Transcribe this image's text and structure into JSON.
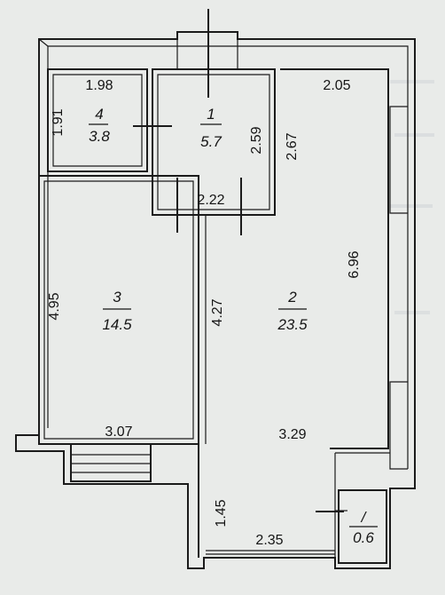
{
  "rooms": [
    {
      "number": "1",
      "area": "5.7"
    },
    {
      "number": "2",
      "area": "23.5"
    },
    {
      "number": "3",
      "area": "14.5"
    },
    {
      "number": "4",
      "area": "3.8"
    },
    {
      "number": "/",
      "area": "0.6"
    }
  ],
  "dimensions": {
    "room4_width": "1.98",
    "room4_height": "1.91",
    "room1_height": "2.59",
    "room1_width": "2.22",
    "room2_top_width": "2.05",
    "room2_corridor_height": "2.67",
    "room2_height": "6.96",
    "room2_left_height": "4.27",
    "room2_bottom_width": "3.29",
    "room3_height": "4.95",
    "room3_width": "3.07",
    "balcony_height": "1.45",
    "balcony_width": "2.35"
  }
}
